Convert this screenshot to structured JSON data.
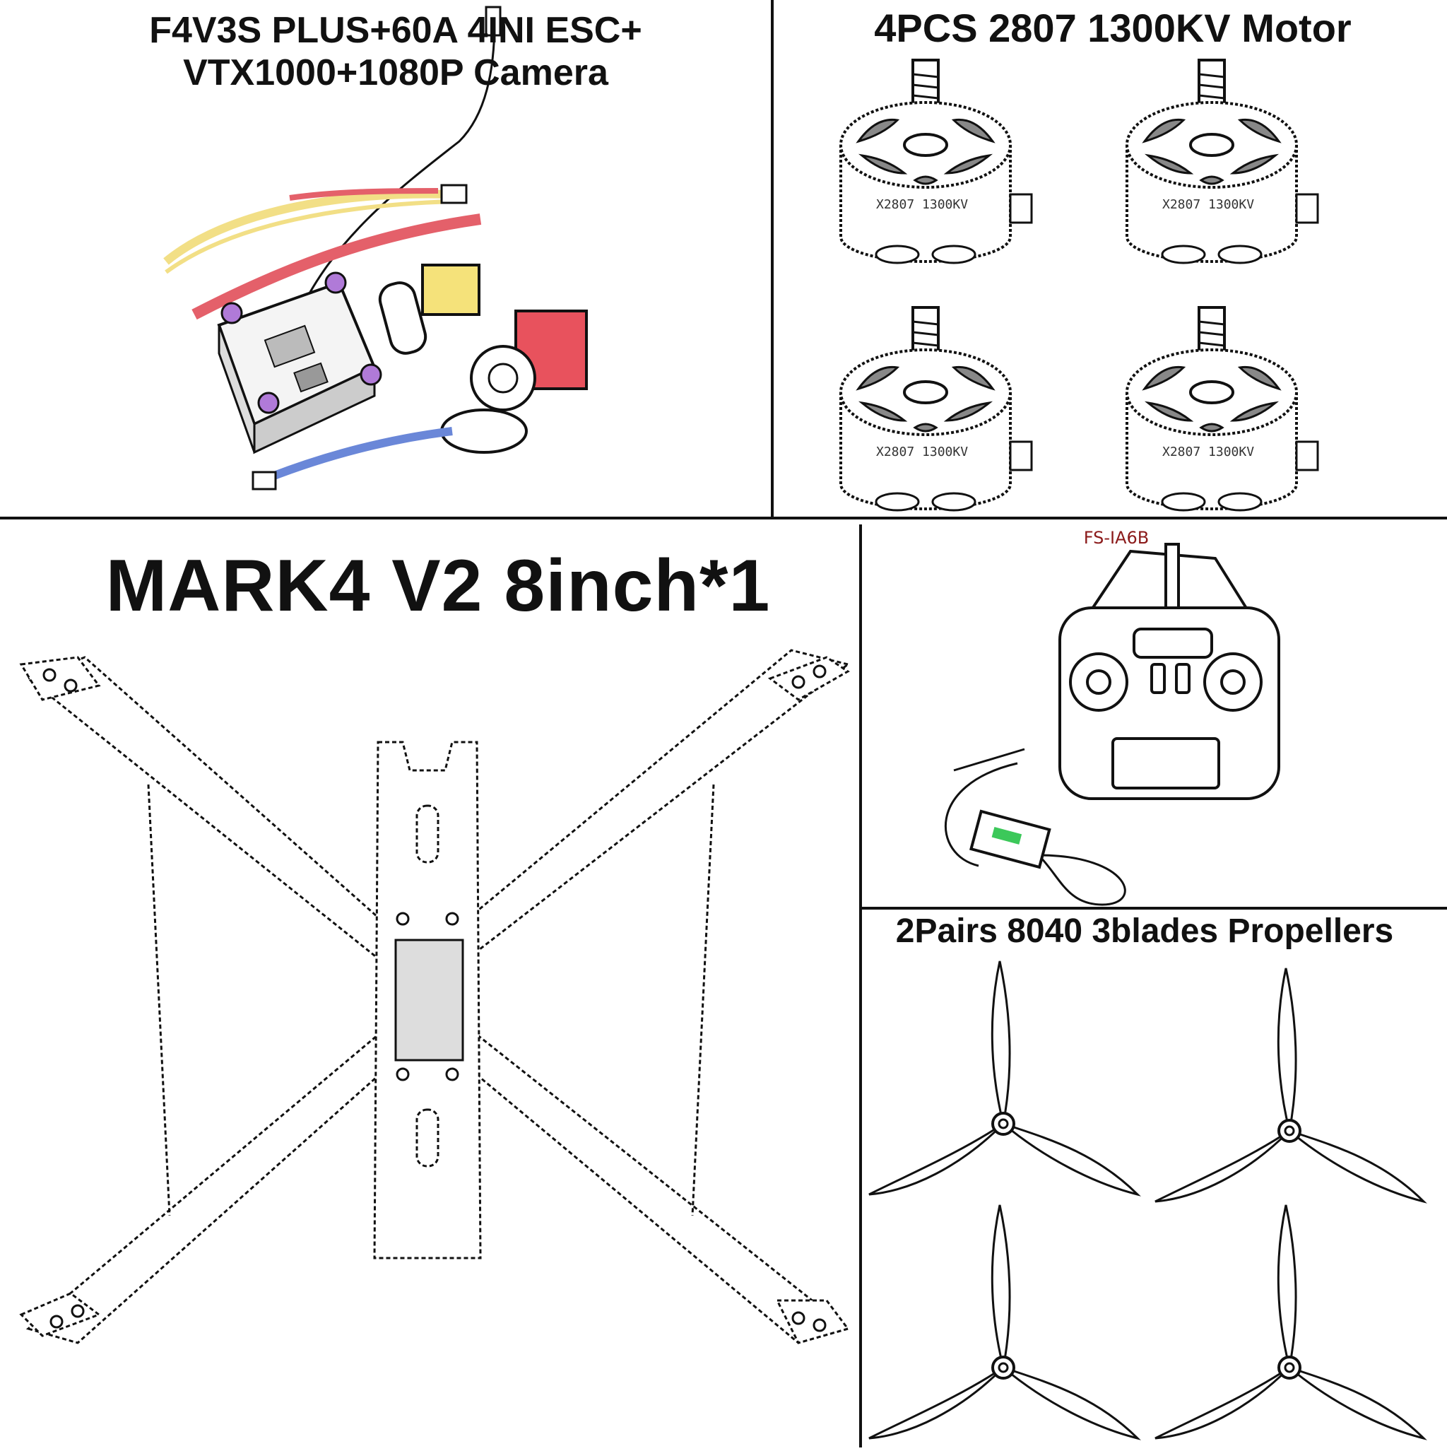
{
  "panels": {
    "esc_stack": {
      "title": "F4V3S PLUS+60A 4INI ESC+ VTX1000+1080P Camera"
    },
    "motors": {
      "title": "4PCS 2807 1300KV Motor",
      "motor_count": 4
    },
    "frame": {
      "title": "MARK4 V2 8inch*1"
    },
    "radio": {
      "receiver_label": "FS-IA6B"
    },
    "propellers": {
      "title": "2Pairs 8040 3blades Propellers",
      "propeller_count": 4
    }
  },
  "colors": {
    "line": "#1a1a1a",
    "divider": "#111111",
    "wire_yellow": "#f2df86",
    "wire_red": "#e4606a",
    "wire_blue": "#6a87d8",
    "standoff_purple": "#b07ad8",
    "xt_yellow": "#f5e27a",
    "camera_red": "#e8525d",
    "receiver_led": "#3cc85a",
    "receiver_label": "#8b1a1a"
  }
}
